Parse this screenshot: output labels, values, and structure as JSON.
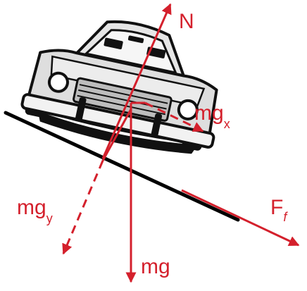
{
  "colors": {
    "force": "#d4202c",
    "car_outline": "#111111",
    "car_body": "#dedede",
    "car_light": "#f2f2f2",
    "ground": "#000000"
  },
  "labels": {
    "normal": "N",
    "mgx_base": "mg",
    "mgx_sub": "x",
    "mgy_base": "mg",
    "mgy_sub": "y",
    "weight": "mg",
    "friction_base": "F",
    "friction_sub": "f"
  }
}
